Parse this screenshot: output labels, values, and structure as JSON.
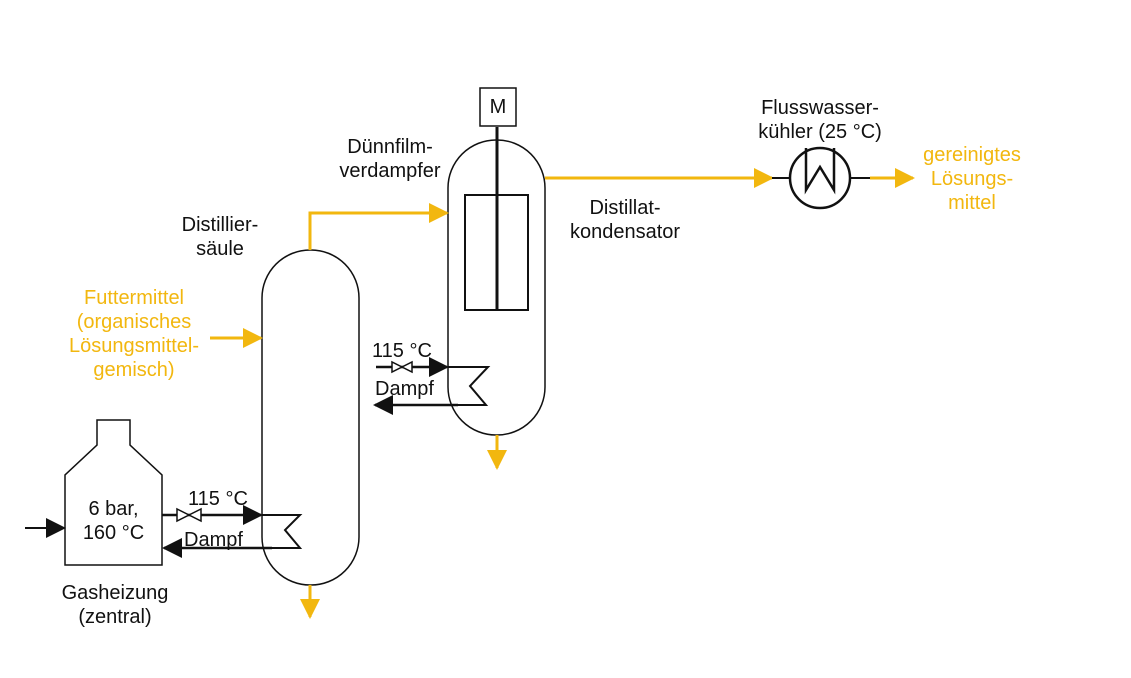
{
  "colors": {
    "process_stream": "#f2b70f",
    "line": "#111111",
    "background": "#ffffff"
  },
  "labels": {
    "feed": [
      "Futtermittel",
      "(organisches",
      "Lösungsmittel-",
      "gemisch)"
    ],
    "column": [
      "Distillier-",
      "säule"
    ],
    "evaporator": [
      "Dünnfilm-",
      "verdampfer"
    ],
    "motor": "M",
    "condenser": [
      "Distillat-",
      "kondensator"
    ],
    "cooler": [
      "Flusswasser-",
      "kühler (25 °C)"
    ],
    "product": [
      "gereinigtes",
      "Lösungs-",
      "mittel"
    ],
    "heater_conditions": [
      "6 bar,",
      "160 °C"
    ],
    "heater": [
      "Gasheizung",
      "(zentral)"
    ],
    "steam_column": {
      "temp": "115 °C",
      "medium": "Dampf"
    },
    "steam_evaporator": {
      "temp": "115 °C",
      "medium": "Dampf"
    }
  }
}
